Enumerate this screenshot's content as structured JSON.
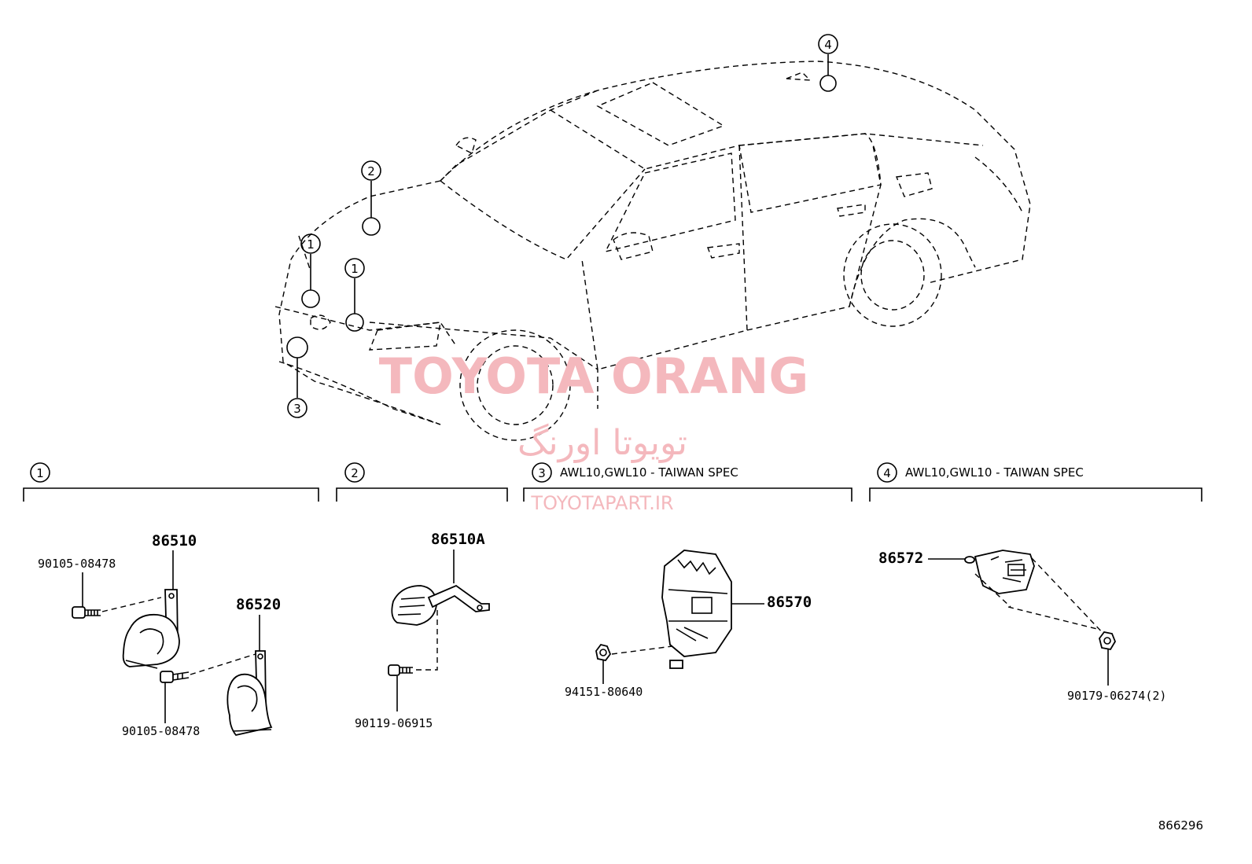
{
  "watermark": {
    "title": "TOYOTA ORANG",
    "persian": "تویوتا اورنگ",
    "site": "TOYOTAPART.IR"
  },
  "car_callouts": [
    "1",
    "2",
    "1",
    "3",
    "4"
  ],
  "sections": [
    {
      "number": "1",
      "spec": ""
    },
    {
      "number": "2",
      "spec": ""
    },
    {
      "number": "3",
      "spec": "AWL10,GWL10 - TAIWAN SPEC"
    },
    {
      "number": "4",
      "spec": "AWL10,GWL10 - TAIWAN SPEC"
    }
  ],
  "parts": {
    "horn_high": "86510",
    "horn_bolt_upper": "90105-08478",
    "horn_low": "86520",
    "horn_bolt_lower": "90105-08478",
    "horn_assy": "86510A",
    "horn_assy_bolt": "90119-06915",
    "siren": "86570",
    "siren_nut": "94151-80640",
    "sensor": "86572",
    "sensor_clip": "90179-06274(2)"
  },
  "diagram_ref": "866296"
}
